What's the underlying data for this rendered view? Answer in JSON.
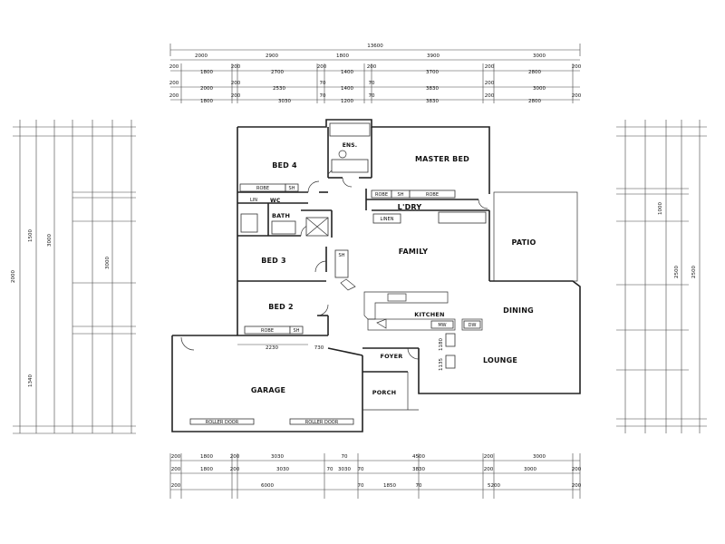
{
  "rooms": {
    "bed4": "BED 4",
    "ens": "ENS.",
    "master": "MASTER BED",
    "wc": "WC",
    "bath": "BATH",
    "ldry": "L'DRY",
    "family": "FAMILY",
    "patio": "PATIO",
    "bed3": "BED 3",
    "bed2": "BED 2",
    "kitchen": "KITCHEN",
    "dining": "DINING",
    "foyer": "FOYER",
    "lounge": "LOUNGE",
    "garage": "GARAGE",
    "porch": "PORCH"
  },
  "fixtures": {
    "robe": "ROBE",
    "sh": "SH",
    "lin": "LIN",
    "linen": "LINEN",
    "roller_door": "ROLLER DOOR",
    "mw": "MW",
    "dw": "DW"
  },
  "dims": {
    "top_total": "13600",
    "top_r2": [
      "2000",
      "2900",
      "1800",
      "3900",
      "3000"
    ],
    "top_r3": [
      "200",
      "1800",
      "200",
      "2700",
      "200",
      "1400",
      "200",
      "3700",
      "200",
      "2800",
      "200"
    ],
    "top_r4": [
      "200",
      "2000",
      "200",
      "2530",
      "70",
      "1400",
      "70",
      "3830",
      "200",
      "3000"
    ],
    "top_r5": [
      "200",
      "1800",
      "200",
      "3030",
      "70",
      "1200",
      "70",
      "3830",
      "200",
      "2800",
      "200"
    ],
    "bot_r1": [
      "200",
      "1800",
      "200",
      "3030",
      "70",
      "4500",
      "200",
      "3000"
    ],
    "bot_r2": [
      "200",
      "1800",
      "200",
      "3030",
      "70",
      "3030",
      "70",
      "3830",
      "200",
      "3000",
      "200"
    ],
    "bot_r3": [
      "200",
      "6000",
      "70",
      "1850",
      "70",
      "5200",
      "200"
    ],
    "left_total": "2000",
    "left_mid": "1500",
    "left_a": "1340",
    "left_b": "3000",
    "right_total": "2500",
    "right_a": "1000",
    "right_b": "2500",
    "garage_w": "2230",
    "garage_x": "730",
    "foyer_v": "1180",
    "foyer_v2": "1135"
  }
}
